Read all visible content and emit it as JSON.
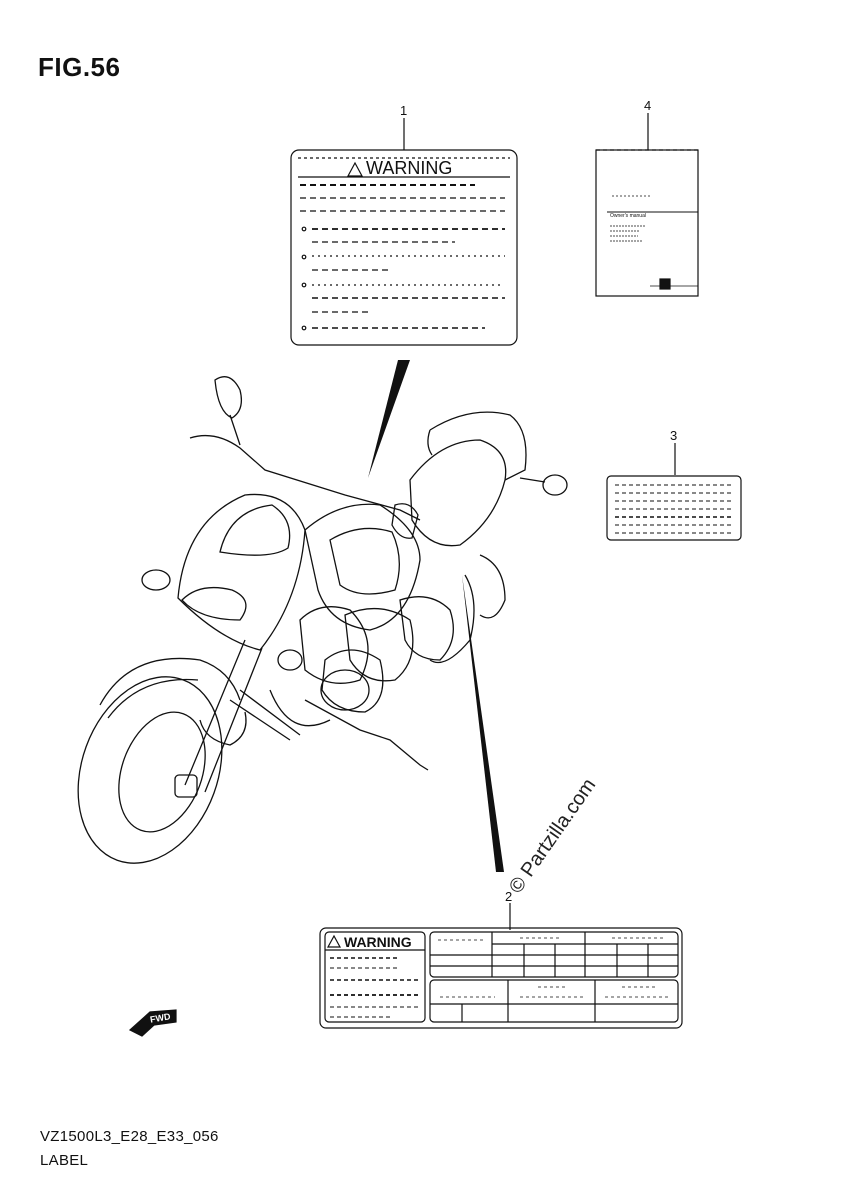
{
  "figure": {
    "title": "FIG.56",
    "code": "VZ1500L3_E28_E33_056",
    "name": "LABEL",
    "watermark": "© Partzilla.com"
  },
  "callouts": [
    {
      "id": "1",
      "label": "1"
    },
    {
      "id": "2",
      "label": "2"
    },
    {
      "id": "3",
      "label": "3"
    },
    {
      "id": "4",
      "label": "4"
    }
  ],
  "labels": {
    "warning_label_1": {
      "heading": "WARNING"
    },
    "warning_label_2": {
      "heading": "WARNING"
    },
    "owners_manual": {
      "title": "Owner's manual"
    },
    "front_indicator": {
      "text": "FWD"
    }
  }
}
